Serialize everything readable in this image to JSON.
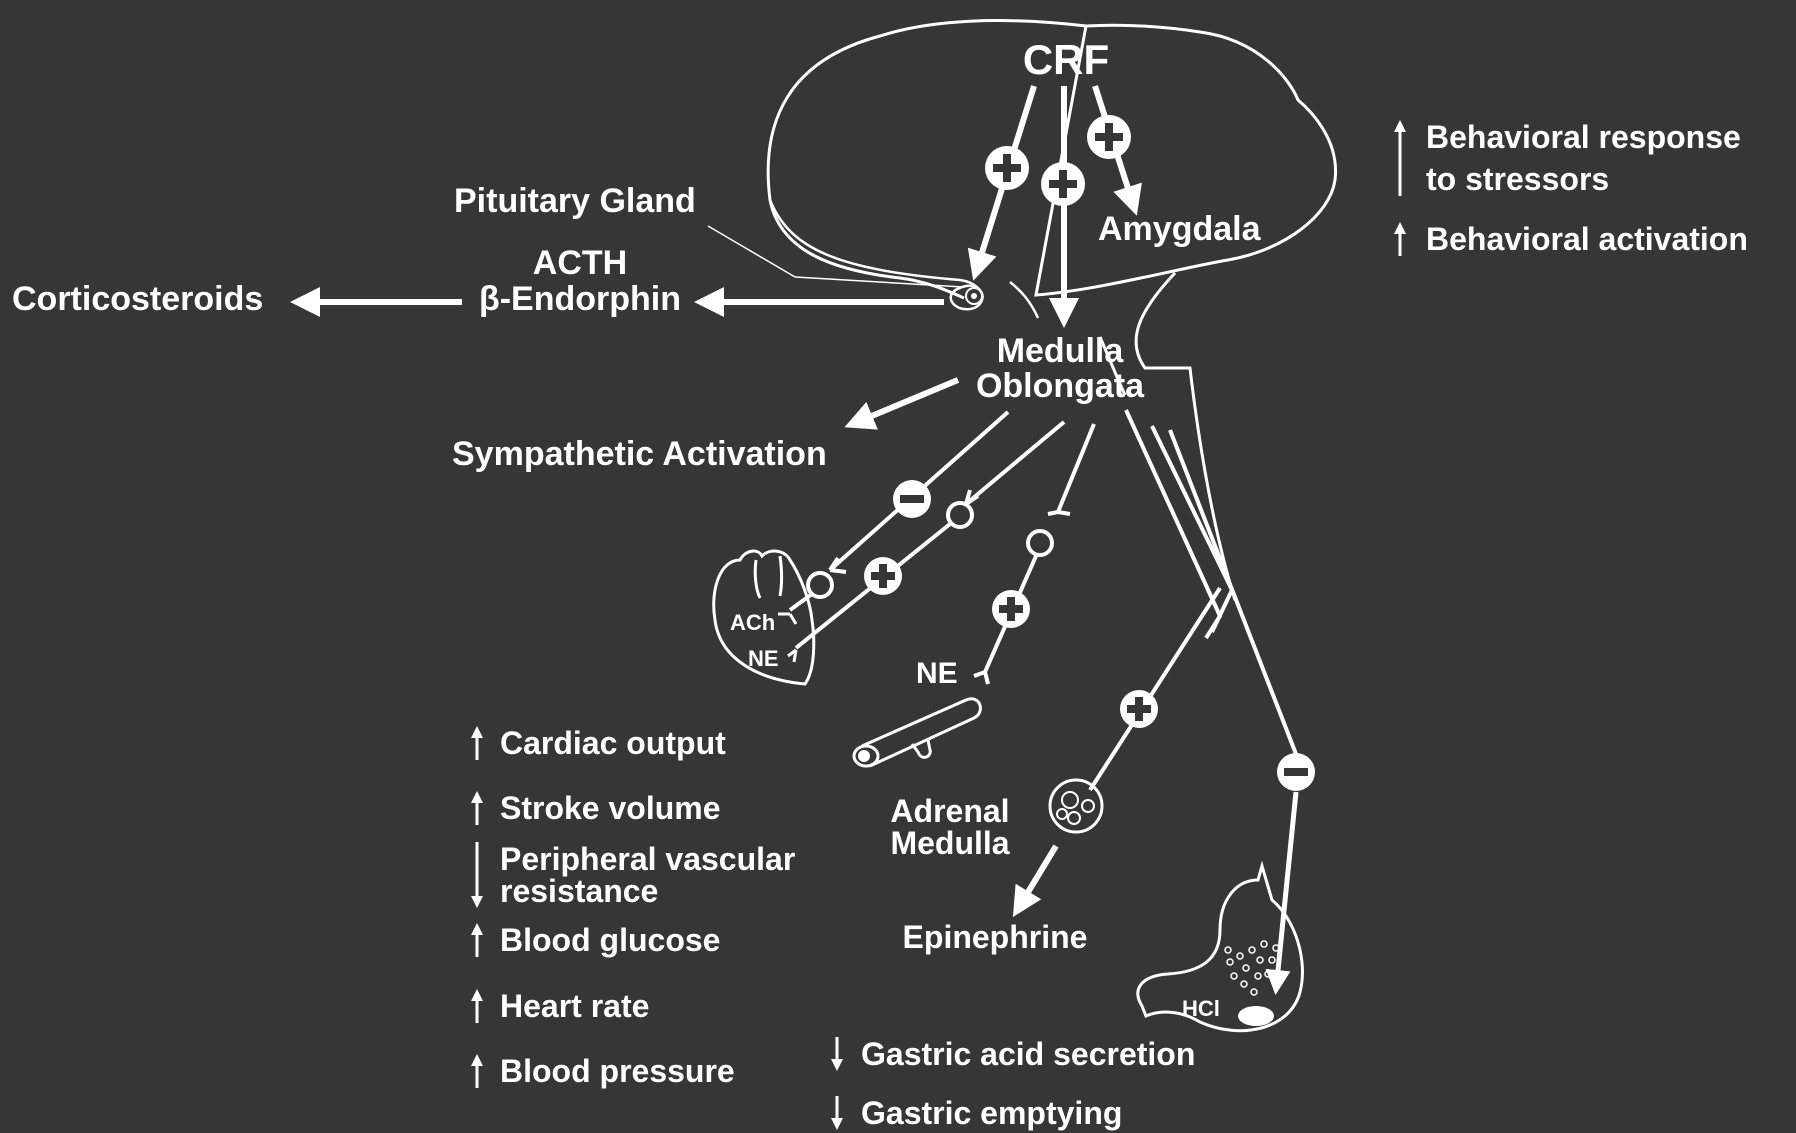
{
  "colors": {
    "background": "#363636",
    "foreground": "#ffffff"
  },
  "icons": {
    "up": "up-arrow-icon",
    "down": "down-arrow-icon",
    "plus": "plus-circle-icon",
    "minus": "minus-circle-icon"
  },
  "labels": {
    "crf": "CRF",
    "amygdala": "Amygdala",
    "pituitary": "Pituitary Gland",
    "acth": "ACTH",
    "endorphin": "β-Endorphin",
    "corticosteroids": "Corticosteroids",
    "medulla1": "Medulla",
    "medulla2": "Oblongata",
    "sympathetic": "Sympathetic Activation",
    "ach": "ACh",
    "ne_heart": "NE",
    "ne_vessel": "NE",
    "adrenal1": "Adrenal",
    "adrenal2": "Medulla",
    "epinephrine": "Epinephrine",
    "hcl": "HCl"
  },
  "behavior_effects": [
    {
      "direction": "up",
      "lines": [
        "Behavioral response",
        "to stressors"
      ]
    },
    {
      "direction": "up",
      "lines": [
        "Behavioral activation"
      ]
    }
  ],
  "cardio_effects": [
    {
      "direction": "up",
      "lines": [
        "Cardiac output"
      ]
    },
    {
      "direction": "up",
      "lines": [
        "Stroke volume"
      ]
    },
    {
      "direction": "down",
      "lines": [
        "Peripheral vascular",
        "resistance"
      ]
    },
    {
      "direction": "up",
      "lines": [
        "Blood glucose"
      ]
    },
    {
      "direction": "up",
      "lines": [
        "Heart rate"
      ]
    },
    {
      "direction": "up",
      "lines": [
        "Blood pressure"
      ]
    }
  ],
  "gastric_effects": [
    {
      "direction": "down",
      "lines": [
        "Gastric acid secretion"
      ]
    },
    {
      "direction": "down",
      "lines": [
        "Gastric emptying"
      ]
    }
  ]
}
